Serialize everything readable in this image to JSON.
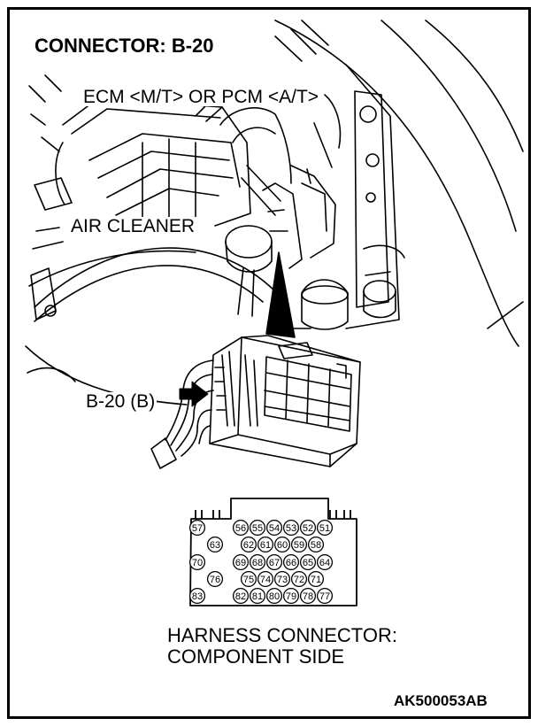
{
  "title": "CONNECTOR: B-20",
  "labels": {
    "ecm": "ECM <M/T> OR PCM <A/T>",
    "air_cleaner": "AIR CLEANER",
    "connector_pointer": "B-20 (B)"
  },
  "harness": {
    "line1": "HARNESS CONNECTOR:",
    "line2": "COMPONENT SIDE"
  },
  "figure_code": "AK500053AB",
  "pins": {
    "side": [
      "57",
      "63",
      "70",
      "76",
      "83"
    ],
    "row1": [
      "56",
      "55",
      "54",
      "53",
      "52",
      "51"
    ],
    "row2": [
      "62",
      "61",
      "60",
      "59",
      "58"
    ],
    "row3": [
      "69",
      "68",
      "67",
      "66",
      "65",
      "64"
    ],
    "row4": [
      "75",
      "74",
      "73",
      "72",
      "71"
    ],
    "row5": [
      "82",
      "81",
      "80",
      "79",
      "78",
      "77"
    ]
  }
}
